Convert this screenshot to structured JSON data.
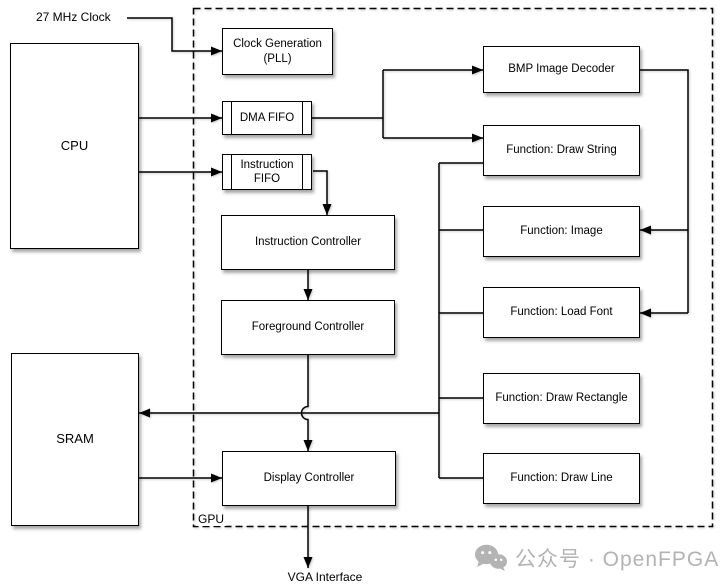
{
  "diagram": {
    "title_hint": "GPU block diagram",
    "external_labels": {
      "clock": "27 MHz Clock",
      "vga": "VGA Interface"
    },
    "container_label": "GPU",
    "nodes": {
      "cpu": {
        "label": "CPU"
      },
      "sram": {
        "label": "SRAM"
      },
      "clock_generation": {
        "label": "Clock Generation (PLL)"
      },
      "dma_fifo": {
        "label": "DMA FIFO"
      },
      "instruction_fifo": {
        "label": "Instruction FIFO"
      },
      "instruction_controller": {
        "label": "Instruction Controller"
      },
      "foreground_controller": {
        "label": "Foreground Controller"
      },
      "display_controller": {
        "label": "Display Controller"
      },
      "bmp_image_decoder": {
        "label": "BMP Image Decoder"
      },
      "function_draw_string": {
        "label": "Function: Draw String"
      },
      "function_image": {
        "label": "Function: Image"
      },
      "function_load_font": {
        "label": "Function: Load Font"
      },
      "function_draw_rectangle": {
        "label": "Function: Draw Rectangle"
      },
      "function_draw_line": {
        "label": "Function: Draw Line"
      }
    },
    "watermark": {
      "icon": "wechat-icon",
      "text": "公众号 · OpenFPGA",
      "color": "#b3b3b3"
    },
    "colors": {
      "line": "#000000",
      "box_fill": "#ffffff",
      "box_border": "#000000",
      "background": "#ffffff"
    }
  }
}
